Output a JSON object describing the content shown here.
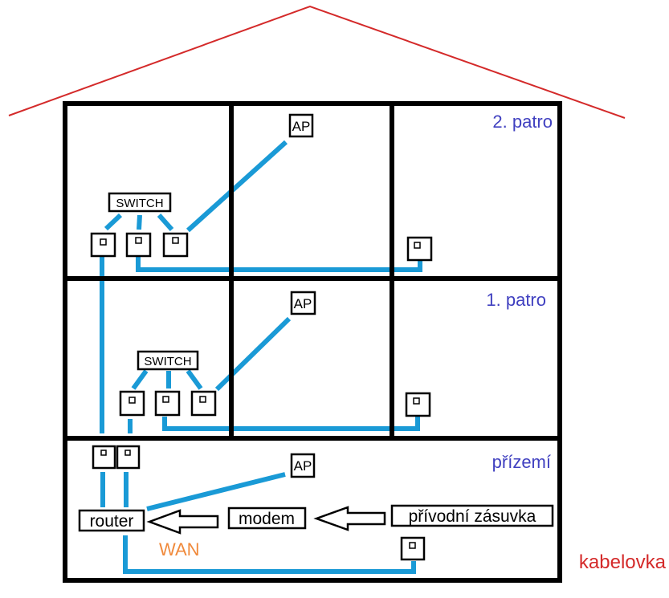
{
  "floors": {
    "second": "2. patro",
    "first": "1. patro",
    "ground": "přízemí"
  },
  "devices": {
    "ap": "AP",
    "switch": "SWITCH",
    "router": "router",
    "modem": "modem",
    "wall_outlet": "přívodní zásuvka"
  },
  "labels": {
    "wan": "WAN",
    "cable_tv": "kabelovka"
  },
  "colors": {
    "roof": "#d42a2a",
    "cable": "#1a9ad6",
    "floor_label": "#4040c0",
    "wan_label": "#f08a3c",
    "cable_tv_label": "#d42a2a",
    "walls": "#000000"
  }
}
